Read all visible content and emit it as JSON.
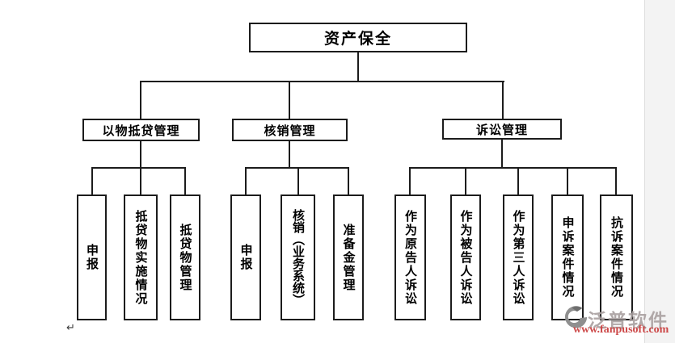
{
  "diagram": {
    "title": "资产保全",
    "branches": [
      {
        "label": "以物抵贷管理",
        "children": [
          "申报",
          "抵贷物实施情况",
          "抵贷物管理"
        ]
      },
      {
        "label": "核销管理",
        "children": [
          "申报",
          "核销（业务系统）",
          "准备金管理"
        ]
      },
      {
        "label": "诉讼管理",
        "children": [
          "作为原告人诉讼",
          "作为被告人诉讼",
          "作为第三人诉讼",
          "申诉案件情况",
          "抗诉案件情况"
        ]
      }
    ],
    "line_color": "#1c1c1c",
    "box_background": "#ffffff"
  },
  "watermark": {
    "brand": "泛普软件",
    "url": "www.fanpusoft.com",
    "brand_color": "#a9a0a0",
    "url_color": "#cd4a4a",
    "logo": "fanpu-swoosh-icon"
  },
  "editor": {
    "paragraph_mark": "↵"
  },
  "page": {
    "background": "#ffffff",
    "gutter_color": "#f3f3f3"
  }
}
